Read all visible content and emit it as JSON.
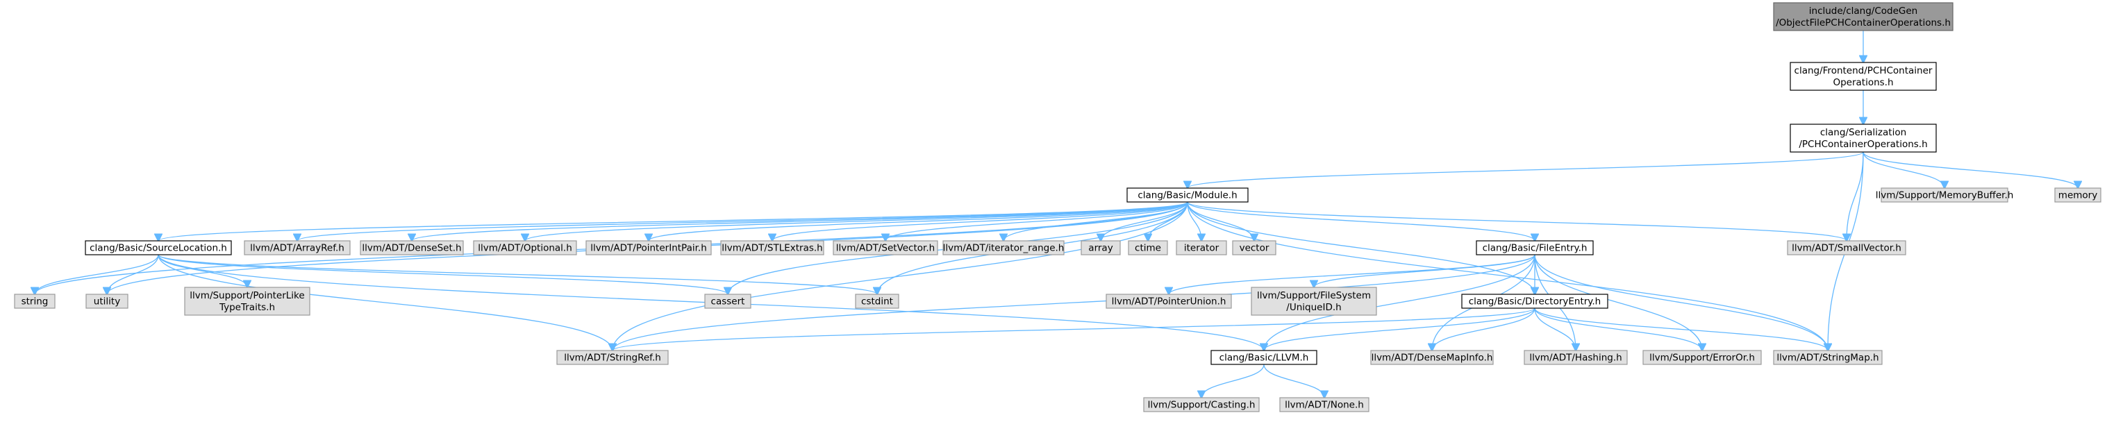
{
  "colors": {
    "edge": "#63b8ff",
    "root_fill": "#999999",
    "root_stroke": "#666666",
    "local_fill": "#ffffff",
    "local_stroke": "#000000",
    "system_fill": "#e0e0e0",
    "system_stroke": "#999999"
  },
  "nodes": [
    {
      "id": "root",
      "lines": [
        "include/clang/CodeGen",
        "/ObjectFilePCHContainerOperations.h"
      ],
      "kind": "root"
    },
    {
      "id": "frontend_pch",
      "lines": [
        "clang/Frontend/PCHContainer",
        "Operations.h"
      ],
      "kind": "local"
    },
    {
      "id": "serialization_pch",
      "lines": [
        "clang/Serialization",
        "/PCHContainerOperations.h"
      ],
      "kind": "local"
    },
    {
      "id": "module",
      "lines": [
        "clang/Basic/Module.h"
      ],
      "kind": "local"
    },
    {
      "id": "memorybuffer",
      "lines": [
        "llvm/Support/MemoryBuffer.h"
      ],
      "kind": "system"
    },
    {
      "id": "memory",
      "lines": [
        "memory"
      ],
      "kind": "system"
    },
    {
      "id": "sourcelocation",
      "lines": [
        "clang/Basic/SourceLocation.h"
      ],
      "kind": "local"
    },
    {
      "id": "arrayref",
      "lines": [
        "llvm/ADT/ArrayRef.h"
      ],
      "kind": "system"
    },
    {
      "id": "denseset",
      "lines": [
        "llvm/ADT/DenseSet.h"
      ],
      "kind": "system"
    },
    {
      "id": "optional",
      "lines": [
        "llvm/ADT/Optional.h"
      ],
      "kind": "system"
    },
    {
      "id": "pointerintpair",
      "lines": [
        "llvm/ADT/PointerIntPair.h"
      ],
      "kind": "system"
    },
    {
      "id": "stlextras",
      "lines": [
        "llvm/ADT/STLExtras.h"
      ],
      "kind": "system"
    },
    {
      "id": "setvector",
      "lines": [
        "llvm/ADT/SetVector.h"
      ],
      "kind": "system"
    },
    {
      "id": "iterator_range",
      "lines": [
        "llvm/ADT/iterator_range.h"
      ],
      "kind": "system"
    },
    {
      "id": "array",
      "lines": [
        "array"
      ],
      "kind": "system"
    },
    {
      "id": "ctime",
      "lines": [
        "ctime"
      ],
      "kind": "system"
    },
    {
      "id": "iterator",
      "lines": [
        "iterator"
      ],
      "kind": "system"
    },
    {
      "id": "vector",
      "lines": [
        "vector"
      ],
      "kind": "system"
    },
    {
      "id": "fileentry",
      "lines": [
        "clang/Basic/FileEntry.h"
      ],
      "kind": "local"
    },
    {
      "id": "smallvector",
      "lines": [
        "llvm/ADT/SmallVector.h"
      ],
      "kind": "system"
    },
    {
      "id": "string",
      "lines": [
        "string"
      ],
      "kind": "system"
    },
    {
      "id": "utility",
      "lines": [
        "utility"
      ],
      "kind": "system"
    },
    {
      "id": "pointerliketypetraits",
      "lines": [
        "llvm/Support/PointerLike",
        "TypeTraits.h"
      ],
      "kind": "system"
    },
    {
      "id": "cassert",
      "lines": [
        "cassert"
      ],
      "kind": "system"
    },
    {
      "id": "cstdint",
      "lines": [
        "cstdint"
      ],
      "kind": "system"
    },
    {
      "id": "pointerunion",
      "lines": [
        "llvm/ADT/PointerUnion.h"
      ],
      "kind": "system"
    },
    {
      "id": "uniqueid",
      "lines": [
        "llvm/Support/FileSystem",
        "/UniqueID.h"
      ],
      "kind": "system"
    },
    {
      "id": "directoryentry",
      "lines": [
        "clang/Basic/DirectoryEntry.h"
      ],
      "kind": "local"
    },
    {
      "id": "stringref",
      "lines": [
        "llvm/ADT/StringRef.h"
      ],
      "kind": "system"
    },
    {
      "id": "llvm_h",
      "lines": [
        "clang/Basic/LLVM.h"
      ],
      "kind": "local"
    },
    {
      "id": "densemapinfo",
      "lines": [
        "llvm/ADT/DenseMapInfo.h"
      ],
      "kind": "system"
    },
    {
      "id": "hashing",
      "lines": [
        "llvm/ADT/Hashing.h"
      ],
      "kind": "system"
    },
    {
      "id": "erroror",
      "lines": [
        "llvm/Support/ErrorOr.h"
      ],
      "kind": "system"
    },
    {
      "id": "stringmap",
      "lines": [
        "llvm/ADT/StringMap.h"
      ],
      "kind": "system"
    },
    {
      "id": "casting",
      "lines": [
        "llvm/Support/Casting.h"
      ],
      "kind": "system"
    },
    {
      "id": "none",
      "lines": [
        "llvm/ADT/None.h"
      ],
      "kind": "system"
    }
  ],
  "edges": [
    [
      "root",
      "frontend_pch"
    ],
    [
      "frontend_pch",
      "serialization_pch"
    ],
    [
      "serialization_pch",
      "module"
    ],
    [
      "serialization_pch",
      "memorybuffer"
    ],
    [
      "serialization_pch",
      "memory"
    ],
    [
      "serialization_pch",
      "smallvector"
    ],
    [
      "serialization_pch",
      "stringmap"
    ],
    [
      "module",
      "sourcelocation"
    ],
    [
      "module",
      "arrayref"
    ],
    [
      "module",
      "denseset"
    ],
    [
      "module",
      "optional"
    ],
    [
      "module",
      "pointerintpair"
    ],
    [
      "module",
      "stlextras"
    ],
    [
      "module",
      "setvector"
    ],
    [
      "module",
      "iterator_range"
    ],
    [
      "module",
      "array"
    ],
    [
      "module",
      "ctime"
    ],
    [
      "module",
      "iterator"
    ],
    [
      "module",
      "vector"
    ],
    [
      "module",
      "fileentry"
    ],
    [
      "module",
      "smallvector"
    ],
    [
      "module",
      "string"
    ],
    [
      "module",
      "utility"
    ],
    [
      "module",
      "cassert"
    ],
    [
      "module",
      "cstdint"
    ],
    [
      "module",
      "stringref"
    ],
    [
      "module",
      "stringmap"
    ],
    [
      "module",
      "directoryentry"
    ],
    [
      "sourcelocation",
      "string"
    ],
    [
      "sourcelocation",
      "utility"
    ],
    [
      "sourcelocation",
      "pointerliketypetraits"
    ],
    [
      "sourcelocation",
      "cassert"
    ],
    [
      "sourcelocation",
      "cstdint"
    ],
    [
      "sourcelocation",
      "stringref"
    ],
    [
      "sourcelocation",
      "llvm_h"
    ],
    [
      "fileentry",
      "directoryentry"
    ],
    [
      "fileentry",
      "pointerunion"
    ],
    [
      "fileentry",
      "uniqueid"
    ],
    [
      "fileentry",
      "llvm_h"
    ],
    [
      "fileentry",
      "densemapinfo"
    ],
    [
      "fileentry",
      "hashing"
    ],
    [
      "fileentry",
      "erroror"
    ],
    [
      "fileentry",
      "stringmap"
    ],
    [
      "fileentry",
      "stringref"
    ],
    [
      "directoryentry",
      "llvm_h"
    ],
    [
      "directoryentry",
      "densemapinfo"
    ],
    [
      "directoryentry",
      "hashing"
    ],
    [
      "directoryentry",
      "erroror"
    ],
    [
      "directoryentry",
      "stringmap"
    ],
    [
      "directoryentry",
      "stringref"
    ],
    [
      "llvm_h",
      "casting"
    ],
    [
      "llvm_h",
      "none"
    ]
  ]
}
